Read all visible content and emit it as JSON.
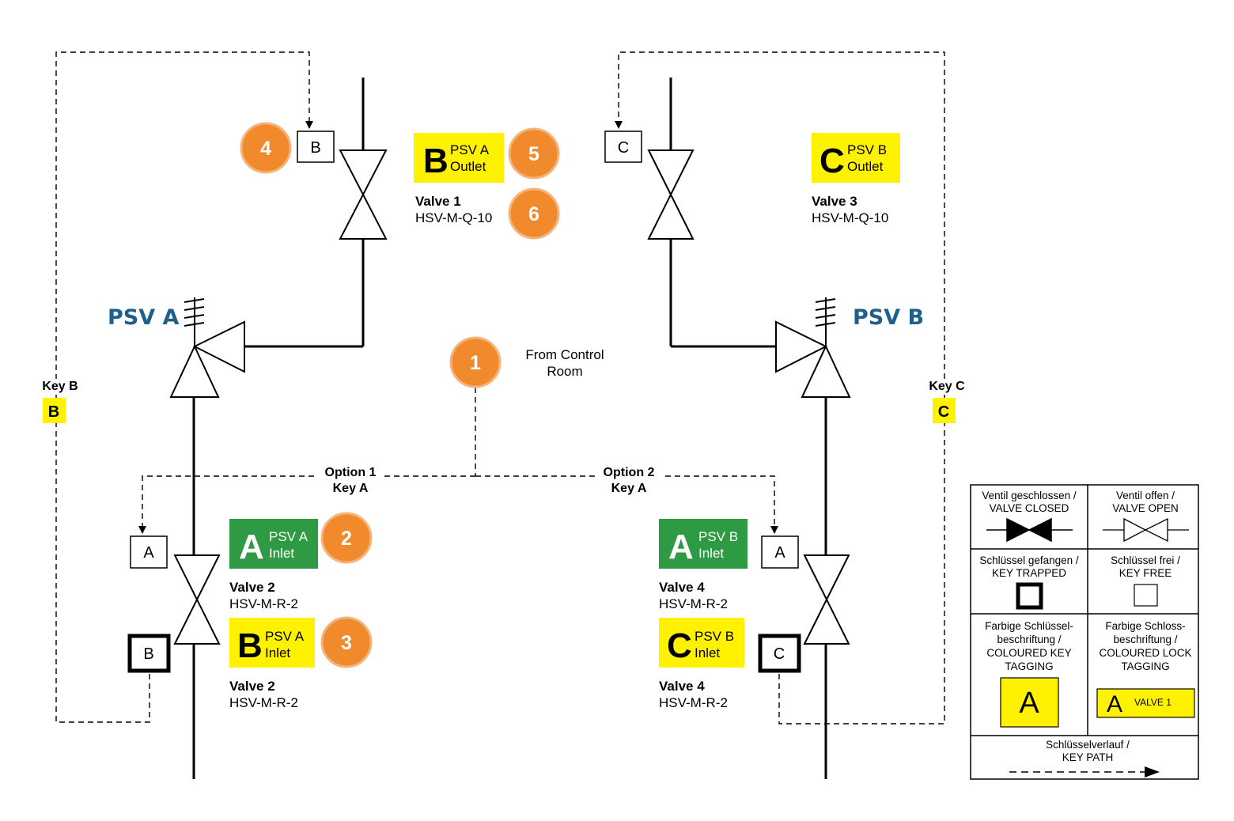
{
  "diagram": {
    "psv_a": "PSV A",
    "psv_b": "PSV B",
    "from_control_room": [
      "From Control",
      "Room"
    ],
    "option1": [
      "Option 1",
      "Key A"
    ],
    "option2": [
      "Option 2",
      "Key A"
    ],
    "key_b": {
      "label": "Key B",
      "letter": "B"
    },
    "key_c": {
      "label": "Key C",
      "letter": "C"
    },
    "locks": {
      "valve1_top": "B",
      "valve3_top": "C",
      "valve2_free": "A",
      "valve2_trapped": "B",
      "valve4_free": "A",
      "valve4_trapped": "C"
    },
    "markers": [
      "1",
      "2",
      "3",
      "4",
      "5",
      "6"
    ],
    "tags": {
      "valve1": {
        "letter": "B",
        "line1": "PSV A",
        "line2": "Outlet",
        "color": "#fff200"
      },
      "valve3": {
        "letter": "C",
        "line1": "PSV B",
        "line2": "Outlet",
        "color": "#fff200"
      },
      "valve2_inlet_a": {
        "letter": "A",
        "line1": "PSV A",
        "line2": "Inlet",
        "color": "#2e9a44"
      },
      "valve2_inlet_b": {
        "letter": "B",
        "line1": "PSV A",
        "line2": "Inlet",
        "color": "#fff200"
      },
      "valve4_inlet_a": {
        "letter": "A",
        "line1": "PSV B",
        "line2": "Inlet",
        "color": "#2e9a44"
      },
      "valve4_inlet_c": {
        "letter": "C",
        "line1": "PSV B",
        "line2": "Inlet",
        "color": "#fff200"
      }
    },
    "valves": {
      "v1": {
        "name": "Valve 1",
        "code": "HSV-M-Q-10"
      },
      "v3": {
        "name": "Valve 3",
        "code": "HSV-M-Q-10"
      },
      "v2a": {
        "name": "Valve 2",
        "code": "HSV-M-R-2"
      },
      "v2b": {
        "name": "Valve 2",
        "code": "HSV-M-R-2"
      },
      "v4a": {
        "name": "Valve 4",
        "code": "HSV-M-R-2"
      },
      "v4b": {
        "name": "Valve 4",
        "code": "HSV-M-R-2"
      }
    },
    "colors": {
      "marker": "#f08a2c",
      "psv_title": "#1f5f8b",
      "yellow": "#fff200",
      "green": "#2e9a44"
    }
  },
  "legend": {
    "valve_closed": [
      "Ventil geschlossen /",
      "VALVE CLOSED"
    ],
    "valve_open": [
      "Ventil offen /",
      "VALVE OPEN"
    ],
    "key_trapped": [
      "Schlüssel gefangen /",
      "KEY TRAPPED"
    ],
    "key_free": [
      "Schlüssel frei /",
      "KEY FREE"
    ],
    "coloured_key": [
      "Farbige Schlüssel-",
      "beschriftung /",
      "COLOURED KEY",
      "TAGGING"
    ],
    "coloured_lock": [
      "Farbige Schloss-",
      "beschriftung /",
      "COLOURED LOCK",
      "TAGGING"
    ],
    "key_sample": "A",
    "lock_sample_letter": "A",
    "lock_sample_text": "VALVE 1",
    "key_path": [
      "Schlüsselverlauf  /",
      "KEY PATH"
    ]
  }
}
